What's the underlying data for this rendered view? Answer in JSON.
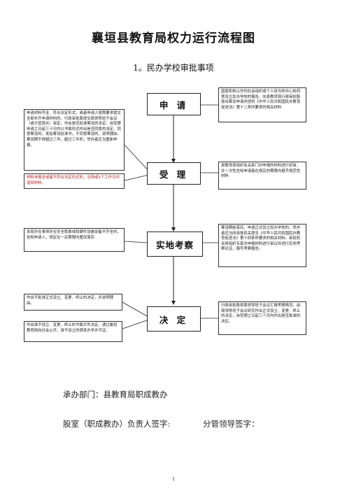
{
  "document": {
    "title": "襄垣县教育局权力运行流程图",
    "subtitle": "1。民办学校审批事项"
  },
  "stages": {
    "apply": "申 请",
    "accept": "受 理",
    "inspect": "实地考察",
    "decide": "决 定"
  },
  "notes": {
    "apply_right": "国家机构以外的社会组织或个人持当地中心校同意设立民办学校的报告，向县教育局行政审批股提出筹设申请并提供《中华人民共和国民办教育促进法》第十二条所要求的相关材料",
    "left_conditions": "申请材料齐全、符合法定形式，或者申请人按照要求提交全部补齐申请材料的，行政审批股提交局领导班子会议（或分管局长）审定。作出是否批准筹设的决定。自受理申请之日起三十日内以书面形式作出是否同意的决定，同意筹设的，发给筹设批准书。不同意筹设的，说明理由。筹设期不得超过三年。超过三年的，举办者应当重新申报。",
    "left_incomplete": "材料未报全或者不符合法定形式的，当场或5个工作日内退回材料。",
    "accept_right": "县教育局组织有关部门对申报的材料进行初审，并一次性告知申请者在规定的期限内报齐规范性材料",
    "inspect_left": "发现存在事项存在安全隐患或软硬件设施设备不齐全的，告知申请人，规定在一定期限内整改落实",
    "inspect_right": "筹设期结束后，申请正式设立民办学校的，举办者应当向审批机关提交《中华人民共和国民办教育促进法》第十四条所要求的相关材料。审批机关将组织专家对申报材料进行审议并进行实地考察论证，撰写考察报告。",
    "decide_left_top": "作出不批准正式设立、变更、终止的决定，并说明理由。",
    "decide_left_bottom": "作出准予设立、变更、终止的书面文件决定，通过襄垣教育网向社会公开，准予设立的颁发办学许可证。",
    "decide_right": "行政审批股将局领导班子会议汇报考察情况，由局领导班子会议研究作出正式设立、变更、终止的决定，自受理之日起三个月内作出是否批准的决定。"
  },
  "footer": {
    "dept": "承办部门：县教育局职成教办",
    "sign_left": "股室（职成教办）负责人签字:",
    "sign_right": "分管领导签字：",
    "page_number": "1"
  },
  "colors": {
    "line": "#222222",
    "text": "#111111",
    "red_text": "#b22222"
  }
}
